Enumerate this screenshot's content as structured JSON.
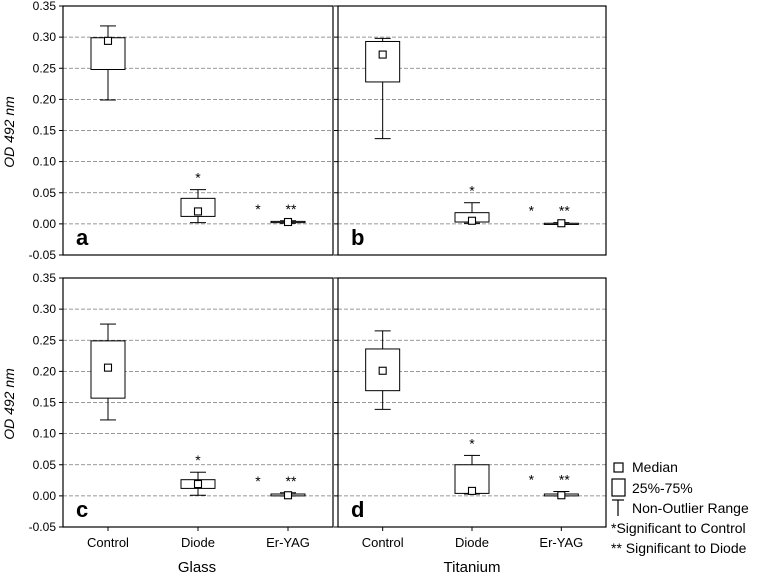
{
  "figure": {
    "ylabel": "OD 492 nm",
    "y_ticks": [
      "0.35",
      "0.30",
      "0.25",
      "0.20",
      "0.15",
      "0.10",
      "0.05",
      "0.00",
      "-0.05"
    ],
    "x_group_labels": [
      "Glass",
      "Titanium"
    ],
    "legend": {
      "median": "Median",
      "box": "25%-75%",
      "whisker": "Non-Outlier Range",
      "sig_control": "*Significant to Control",
      "sig_diode": "** Significant to Diode"
    }
  },
  "chart_data": [
    {
      "type": "box",
      "panel": "a",
      "group": "Glass",
      "ylabel": "OD 492 nm",
      "ylim": [
        -0.05,
        0.35
      ],
      "grid": "horizontal dashed",
      "categories": [
        "Control",
        "Diode",
        "Er-YAG"
      ],
      "boxes": [
        {
          "category": "Control",
          "min": 0.199,
          "q1": 0.248,
          "median": 0.294,
          "q3": 0.299,
          "max": 0.318,
          "annotation": ""
        },
        {
          "category": "Diode",
          "min": 0.002,
          "q1": 0.012,
          "median": 0.02,
          "q3": 0.041,
          "max": 0.055,
          "annotation": "*"
        },
        {
          "category": "Er-YAG",
          "min": 0.001,
          "q1": 0.002,
          "median": 0.003,
          "q3": 0.004,
          "max": 0.005,
          "annotation": "* **"
        }
      ]
    },
    {
      "type": "box",
      "panel": "b",
      "group": "Titanium",
      "ylabel": "OD 492 nm",
      "ylim": [
        -0.05,
        0.35
      ],
      "grid": "horizontal dashed",
      "categories": [
        "Control",
        "Diode",
        "Er-YAG"
      ],
      "boxes": [
        {
          "category": "Control",
          "min": 0.137,
          "q1": 0.228,
          "median": 0.272,
          "q3": 0.293,
          "max": 0.298,
          "annotation": ""
        },
        {
          "category": "Diode",
          "min": 0.001,
          "q1": 0.003,
          "median": 0.005,
          "q3": 0.018,
          "max": 0.034,
          "annotation": "*"
        },
        {
          "category": "Er-YAG",
          "min": 0.0,
          "q1": 0.0,
          "median": 0.001,
          "q3": 0.001,
          "max": 0.002,
          "annotation": "* **"
        }
      ]
    },
    {
      "type": "box",
      "panel": "c",
      "group": "Glass",
      "ylabel": "OD 492 nm",
      "ylim": [
        -0.05,
        0.35
      ],
      "grid": "horizontal dashed",
      "categories": [
        "Control",
        "Diode",
        "Er-YAG"
      ],
      "boxes": [
        {
          "category": "Control",
          "min": 0.122,
          "q1": 0.157,
          "median": 0.206,
          "q3": 0.249,
          "max": 0.276,
          "annotation": ""
        },
        {
          "category": "Diode",
          "min": 0.001,
          "q1": 0.012,
          "median": 0.019,
          "q3": 0.026,
          "max": 0.038,
          "annotation": "*"
        },
        {
          "category": "Er-YAG",
          "min": 0.0,
          "q1": 0.0,
          "median": 0.001,
          "q3": 0.003,
          "max": 0.005,
          "annotation": "* **"
        }
      ]
    },
    {
      "type": "box",
      "panel": "d",
      "group": "Titanium",
      "ylabel": "OD 492 nm",
      "ylim": [
        -0.05,
        0.35
      ],
      "grid": "horizontal dashed",
      "categories": [
        "Control",
        "Diode",
        "Er-YAG"
      ],
      "boxes": [
        {
          "category": "Control",
          "min": 0.139,
          "q1": 0.169,
          "median": 0.201,
          "q3": 0.236,
          "max": 0.265,
          "annotation": ""
        },
        {
          "category": "Diode",
          "min": 0.003,
          "q1": 0.004,
          "median": 0.008,
          "q3": 0.05,
          "max": 0.065,
          "annotation": "*"
        },
        {
          "category": "Er-YAG",
          "min": 0.0,
          "q1": 0.0,
          "median": 0.001,
          "q3": 0.003,
          "max": 0.007,
          "annotation": "* **"
        }
      ]
    }
  ]
}
